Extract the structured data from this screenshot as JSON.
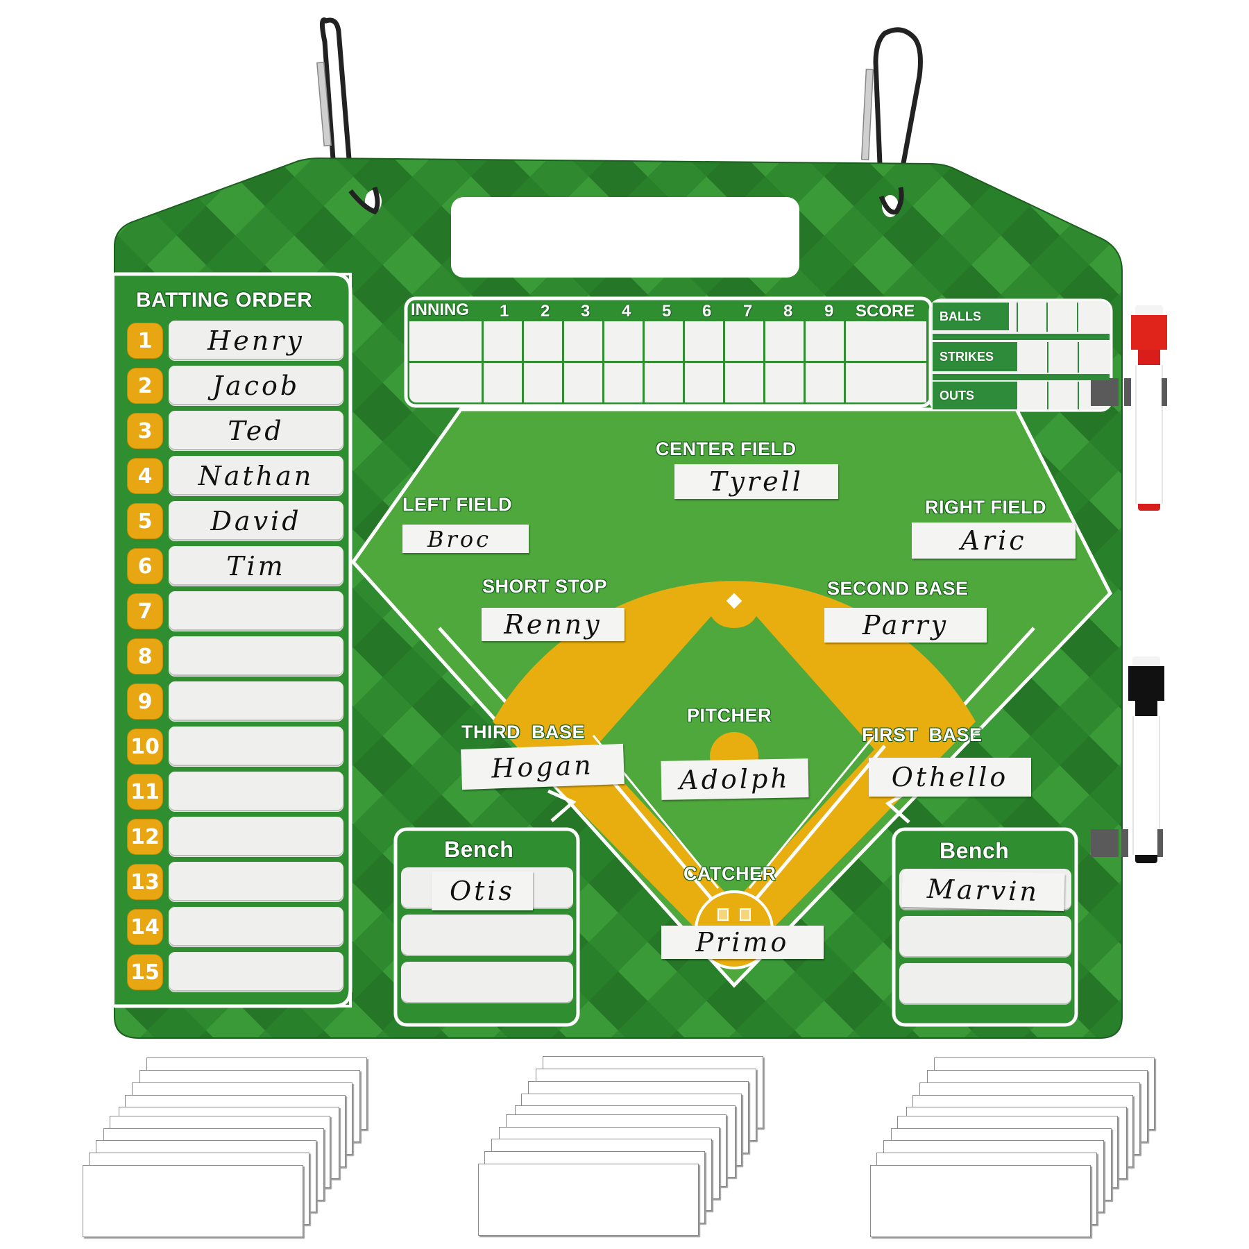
{
  "product": {
    "type": "Baseball lineup magnetic dry-erase board",
    "colors": {
      "board_green": "#2e8b2e",
      "board_green_dark": "#1f6e23",
      "field_green": "#4ea83c",
      "infield_yellow": "#e8ad0e",
      "slot_white": "#efefed",
      "marker_red": "#e0241b",
      "marker_black": "#111111"
    }
  },
  "batting_order": {
    "title": "BATTING ORDER",
    "rows": [
      {
        "num": "1",
        "name": "Henry"
      },
      {
        "num": "2",
        "name": "Jacob"
      },
      {
        "num": "3",
        "name": "Ted"
      },
      {
        "num": "4",
        "name": "Nathan"
      },
      {
        "num": "5",
        "name": "David"
      },
      {
        "num": "6",
        "name": "Tim"
      },
      {
        "num": "7",
        "name": ""
      },
      {
        "num": "8",
        "name": ""
      },
      {
        "num": "9",
        "name": ""
      },
      {
        "num": "10",
        "name": ""
      },
      {
        "num": "11",
        "name": ""
      },
      {
        "num": "12",
        "name": ""
      },
      {
        "num": "13",
        "name": ""
      },
      {
        "num": "14",
        "name": ""
      },
      {
        "num": "15",
        "name": ""
      }
    ]
  },
  "scoreboard": {
    "inning_label": "INNING",
    "innings": [
      "1",
      "2",
      "3",
      "4",
      "5",
      "6",
      "7",
      "8",
      "9"
    ],
    "score_label": "SCORE",
    "rows": 2
  },
  "count": {
    "balls_label": "BALLS",
    "strikes_label": "STRIKES",
    "outs_label": "OUTS"
  },
  "positions": {
    "center_field": {
      "label": "CENTER FIELD",
      "player": "Tyrell"
    },
    "left_field": {
      "label": "LEFT FIELD",
      "player": "Broc"
    },
    "right_field": {
      "label": "RIGHT FIELD",
      "player": "Aric"
    },
    "short_stop": {
      "label": "SHORT STOP",
      "player": "Renny"
    },
    "second_base": {
      "label": "SECOND BASE",
      "player": "Parry"
    },
    "third_base": {
      "label": "THIRD  BASE",
      "player": "Hogan"
    },
    "pitcher": {
      "label": "PITCHER",
      "player": "Adolph"
    },
    "first_base": {
      "label": "FIRST  BASE",
      "player": "Othello"
    },
    "catcher": {
      "label": "CATCHER",
      "player": "Primo"
    }
  },
  "bench_left": {
    "title": "Bench",
    "players": [
      "Otis",
      "",
      ""
    ]
  },
  "bench_right": {
    "title": "Bench",
    "players": [
      "Marvin",
      "",
      ""
    ]
  },
  "accessories": {
    "markers": [
      "red-marker",
      "black-marker"
    ],
    "carabiners": 2,
    "blank_magnet_stacks": 3,
    "magnets_per_stack": 10
  }
}
